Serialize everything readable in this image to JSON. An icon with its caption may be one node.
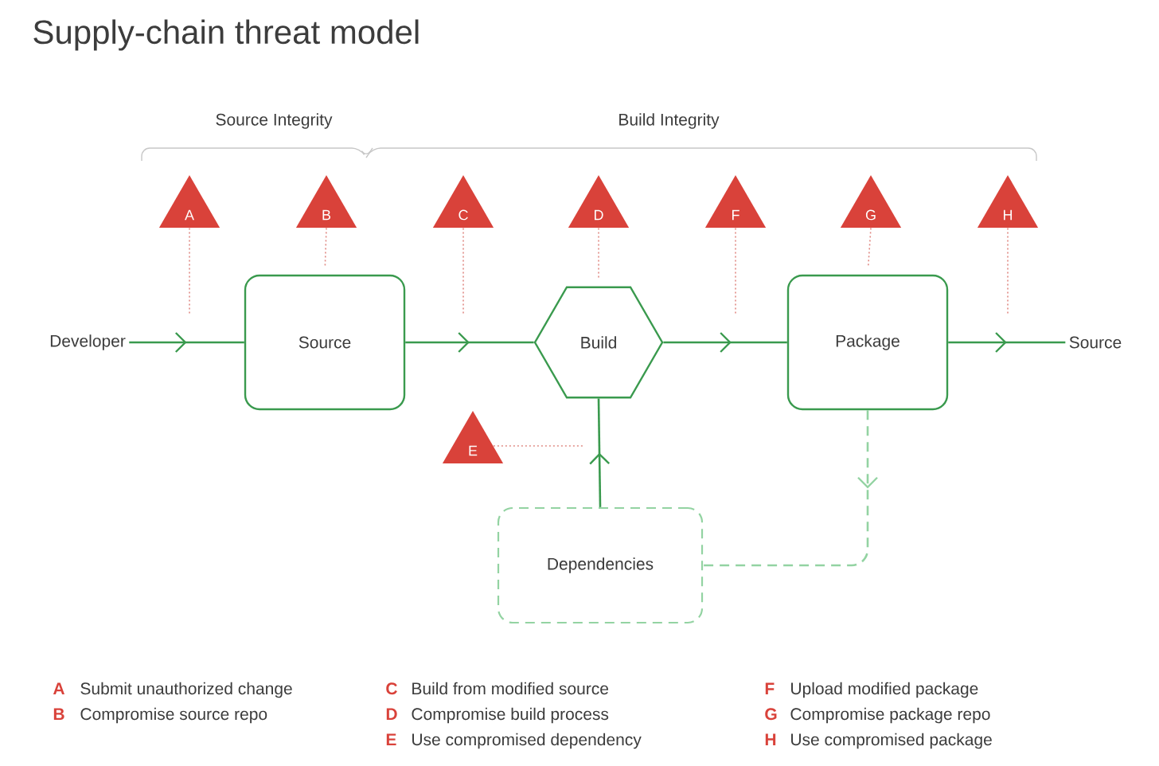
{
  "diagram": {
    "title": "Supply-chain threat model",
    "nodes": [
      {
        "text": [
          "Developer"
        ]
      },
      {
        "text": [
          "Source"
        ]
      },
      {
        "text": [
          "Build"
        ]
      },
      {
        "text": [
          "Package"
        ]
      },
      {
        "text": [
          "Source"
        ]
      },
      {
        "text": [
          "Dependencies"
        ]
      },
      {
        "text": [
          "A"
        ]
      },
      {
        "text": [
          "B"
        ]
      },
      {
        "text": [
          "C"
        ]
      },
      {
        "text": [
          "D"
        ]
      },
      {
        "text": [
          "F"
        ]
      },
      {
        "text": [
          "G"
        ]
      },
      {
        "text": [
          "H"
        ]
      },
      {
        "text": [
          "E"
        ]
      }
    ],
    "edges": [
      {
        "from": 0,
        "to": 1,
        "arrow": "to",
        "color": "#3a9a4e"
      },
      {
        "from": 1,
        "to": 2,
        "arrow": "to",
        "color": "#3a9a4e"
      },
      {
        "from": 2,
        "to": 3,
        "arrow": "to",
        "color": "#3a9a4e"
      },
      {
        "from": 3,
        "to": 4,
        "arrow": "to",
        "color": "#3a9a4e"
      },
      {
        "from": 5,
        "to": 2,
        "arrow": "to",
        "color": "#3a9a4e"
      },
      {
        "from": 3,
        "to": 5,
        "arrow": "to",
        "style": "dashed",
        "color": "#93d3a2"
      },
      {
        "from": 6,
        "to": null,
        "arrow": "none",
        "style": "dashed"
      },
      {
        "from": 7,
        "to": 1,
        "arrow": "none",
        "style": "dashed"
      },
      {
        "from": 8,
        "to": null,
        "arrow": "none",
        "style": "dashed"
      },
      {
        "from": 9,
        "to": 2,
        "arrow": "none",
        "style": "dashed"
      },
      {
        "from": 10,
        "to": null,
        "arrow": "none",
        "style": "dashed"
      },
      {
        "from": 11,
        "to": 3,
        "arrow": "none",
        "style": "dashed"
      },
      {
        "from": 12,
        "to": null,
        "arrow": "none",
        "style": "dashed"
      },
      {
        "from": 13,
        "to": null,
        "arrow": "none",
        "style": "dashed"
      }
    ],
    "labels": [
      "Source Integrity",
      "Build Integrity",
      "A",
      "Submit unauthorized change",
      "C",
      "Build from modified source",
      "F",
      "Upload modified package",
      "B",
      "Compromise source repo",
      "D",
      "Compromise build process",
      "G",
      "Compromise package repo",
      "E",
      "Use compromised dependency",
      "H",
      "Use compromised package"
    ]
  }
}
